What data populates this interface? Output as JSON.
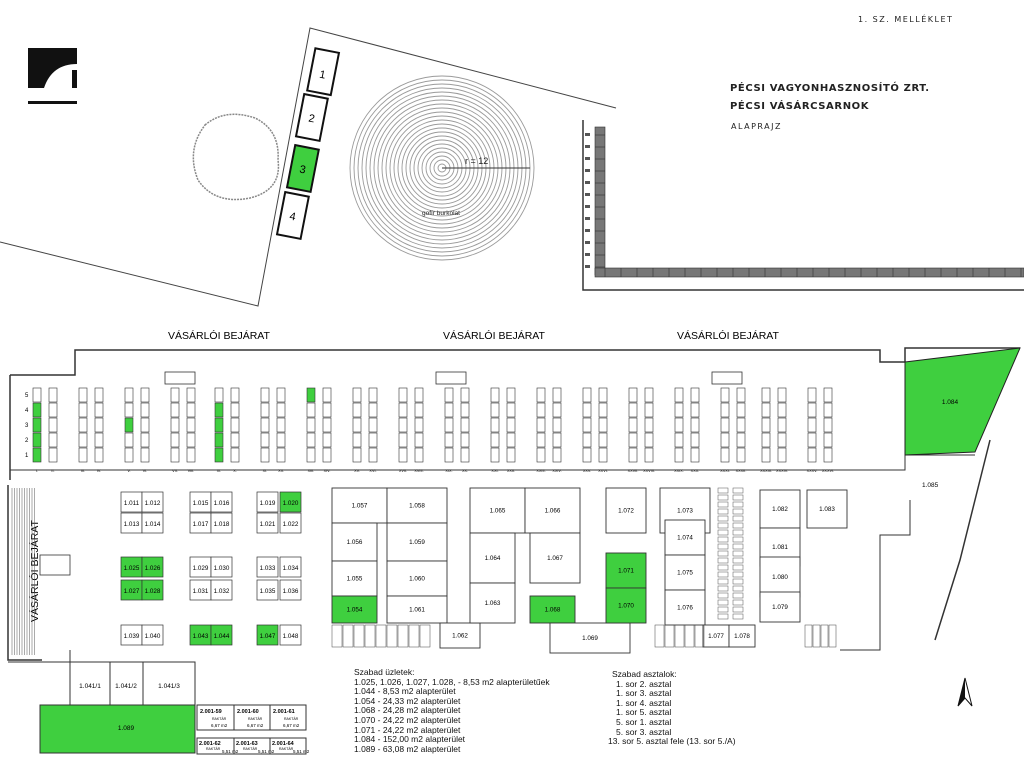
{
  "header": {
    "annex": "1. SZ. MELLÉKLET",
    "company": "PÉCSI VAGYONHASZNOSÍTÓ ZRT.",
    "market": "PÉCSI VÁSÁRCSARNOK",
    "subtitle": "ALAPRAJZ"
  },
  "outdoor": {
    "stalls": [
      "1",
      "2",
      "3",
      "4"
    ],
    "radius_label": "r = 12",
    "surface_label": "gofír burkolat"
  },
  "entrances": {
    "top": [
      "VÁSÁRLÓI BEJÁRAT",
      "VÁSÁRLÓI BEJÁRAT",
      "VÁSÁRLÓI BEJÁRAT"
    ],
    "side": "VÁSÁRLÓI BEJÁRAT"
  },
  "rows": {
    "row_numbers": [
      "5",
      "4",
      "3",
      "2",
      "1"
    ],
    "labels": [
      "I.",
      "II.",
      "III.",
      "IV.",
      "V.",
      "VI.",
      "VII.",
      "VIII.",
      "IX.",
      "X.",
      "XI.",
      "XII.",
      "XIII.",
      "XIV.",
      "XV.",
      "XVI.",
      "XVII.",
      "XVIII.",
      "XIX.",
      "XX.",
      "XXI.",
      "XXII.",
      "XXIII.",
      "XXIV.",
      "XXV.",
      "XXVI.",
      "XXVII.",
      "XXVIII.",
      "XXIX.",
      "XXX.",
      "XXXI.",
      "XXXII.",
      "XXXIII.",
      "XXXIV.",
      "XXXV.",
      "XXXVI."
    ]
  },
  "stores": {
    "kiosks": [
      "1.011",
      "1.012",
      "1.013",
      "1.014",
      "1.015",
      "1.016",
      "1.017",
      "1.018",
      "1.019",
      "1.020",
      "1.021",
      "1.022",
      "1.025",
      "1.026",
      "1.027",
      "1.028",
      "1.029",
      "1.030",
      "1.031",
      "1.032",
      "1.033",
      "1.034",
      "1.035",
      "1.036",
      "1.039",
      "1.040",
      "1.043",
      "1.044",
      "1.047",
      "1.048"
    ],
    "rooms": [
      "1.057",
      "1.058",
      "1.056",
      "1.059",
      "1.055",
      "1.060",
      "1.054",
      "1.061",
      "1.062",
      "1.065",
      "1.066",
      "1.064",
      "1.067",
      "1.063",
      "1.068",
      "1.069",
      "1.072",
      "1.073",
      "1.074",
      "1.071",
      "1.075",
      "1.070",
      "1.076",
      "1.077",
      "1.078",
      "1.082",
      "1.083",
      "1.081",
      "1.080",
      "1.079",
      "1.084",
      "1.085"
    ],
    "annex": [
      "1.041/1",
      "1.041/2",
      "1.041/3",
      "1.089"
    ],
    "storage": [
      {
        "id": "2.001-59",
        "type": "RAKTÁR",
        "area": "6,67 m2"
      },
      {
        "id": "2.001-60",
        "type": "RAKTÁR",
        "area": "6,67 m2"
      },
      {
        "id": "2.001-61",
        "type": "RAKTÁR",
        "area": "6,67 m2"
      },
      {
        "id": "2.001-62",
        "type": "RAKTÁR",
        "area": "5,51 m2"
      },
      {
        "id": "2.001-63",
        "type": "RAKTÁR",
        "area": "5,51 m2"
      },
      {
        "id": "2.001-64",
        "type": "RAKTÁR",
        "area": "5,51 m2"
      }
    ]
  },
  "free_stores": {
    "title": "Szabad üzletek:",
    "lines": [
      "1.025,    1.026,    1.027,    1.028,   -   8,53 m2 alapterületűek",
      "1.044   -        8,53 m2 alapterület",
      "1.054   -      24,33 m2 alapterület",
      "1.068   -      24,28 m2 alapterület",
      "1.070   -      24,22 m2 alapterület",
      "1.071   -      24,22 m2 alapterület",
      "1.084   -    152,00 m2 alapterület",
      "1.089   -      63,08 m2 alapterület"
    ]
  },
  "free_tables": {
    "title": "Szabad asztalok:",
    "lines": [
      "1. sor 2. asztal",
      "1. sor 3. asztal",
      "1. sor 4. asztal",
      "1. sor 5. asztal",
      "5. sor 1. asztal",
      "5. sor 3. asztal",
      "13. sor 5. asztal fele (13. sor 5./A)"
    ]
  },
  "colors": {
    "free": "#3fcf3f",
    "line": "#222222",
    "logo": "#111111"
  }
}
